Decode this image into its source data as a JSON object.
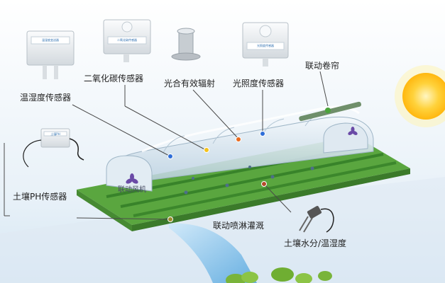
{
  "labels": {
    "humidity_temp": "温湿度传感器",
    "co2": "二氧化碳传感器",
    "par": "光合有效辐射",
    "illuminance": "光照度传感器",
    "curtain": "联动卷帘",
    "soil_ph": "土壤PH传感器",
    "fan": "联动风机",
    "sprinkler": "联动喷淋灌溉",
    "soil_moisture": "土壤水分/温湿度"
  },
  "device_plates": {
    "humidity_temp": "温湿度变送器",
    "co2": "二氧化碳传感器",
    "illuminance": "光照度传感器",
    "soil_ph": "土壤PH"
  },
  "colors": {
    "sun": "#ffc21a",
    "grass": "#4f9a3a",
    "greenhouse": "#d6e4ee",
    "water": "#6fb7e6",
    "marker_blue": "#2f6ed8",
    "marker_yellow": "#f4c21b",
    "marker_orange": "#ea6a1e"
  },
  "icons": [
    "sun-icon",
    "fan-icon",
    "sensor-device-icon",
    "probe-icon"
  ]
}
